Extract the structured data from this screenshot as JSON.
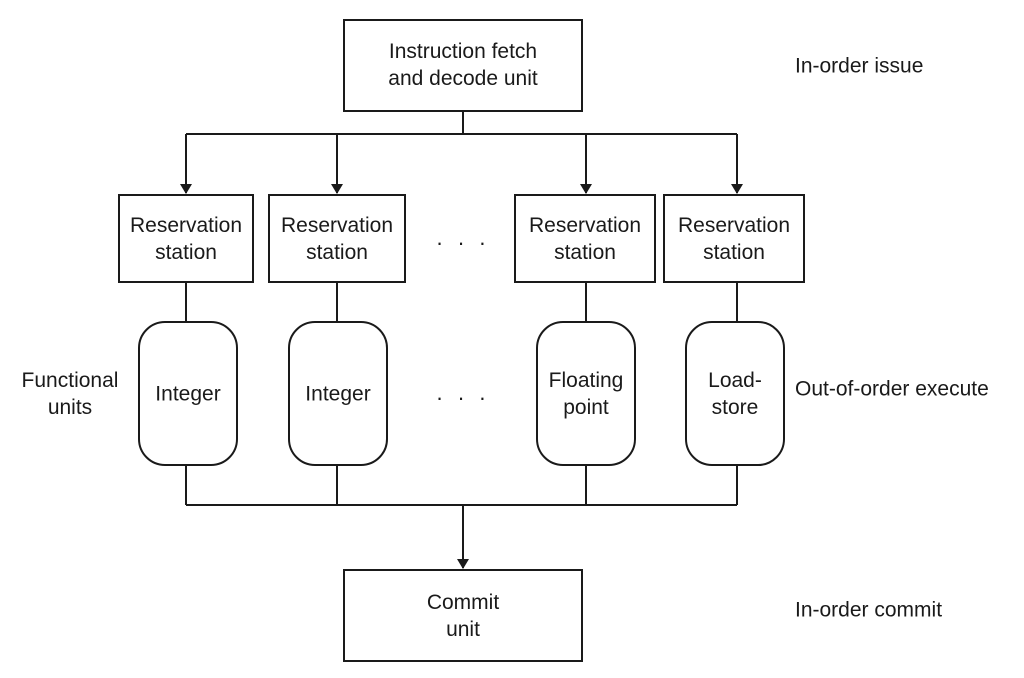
{
  "fetch_unit": {
    "line1": "Instruction fetch",
    "line2": "and decode unit"
  },
  "reservation_station": {
    "line1": "Reservation",
    "line2": "station"
  },
  "functional_units": [
    {
      "line1": "Integer",
      "line2": ""
    },
    {
      "line1": "Integer",
      "line2": ""
    },
    {
      "line1": "Floating",
      "line2": "point"
    },
    {
      "line1": "Load-",
      "line2": "store"
    }
  ],
  "commit_unit": {
    "line1": "Commit",
    "line2": "unit"
  },
  "ellipsis": "· · ·",
  "side_labels": {
    "functional_units": {
      "line1": "Functional",
      "line2": "units"
    },
    "in_order_issue": "In-order issue",
    "out_of_order_execute": "Out-of-order execute",
    "in_order_commit": "In-order commit"
  },
  "colors": {
    "stroke": "#1a1a1a",
    "fill": "#ffffff"
  }
}
